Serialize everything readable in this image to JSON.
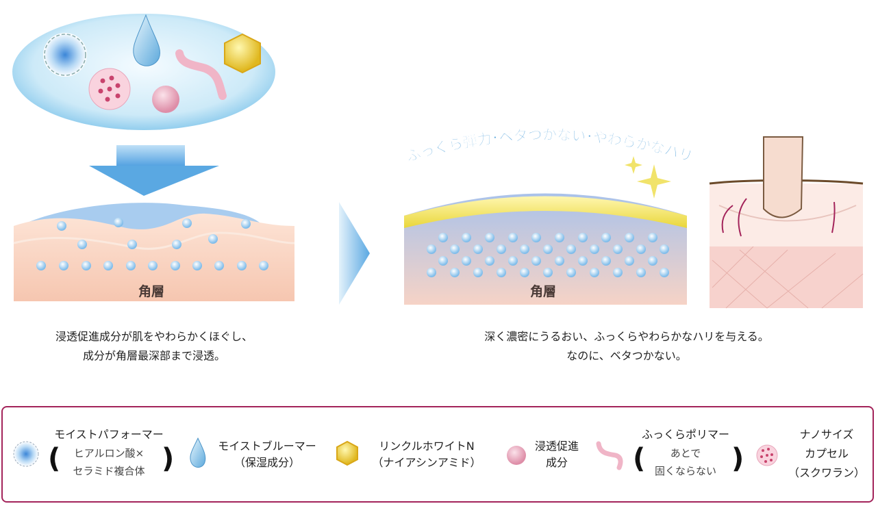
{
  "diagram": {
    "layer_label_left": "角層",
    "layer_label_right": "角層",
    "arc_text": "ふっくら弾力･ベタつかない･やわらかなハリ",
    "caption_left": [
      "浸透促進成分が肌をやわらかくほぐし、",
      "成分が角層最深部まで浸透。"
    ],
    "caption_right": [
      "深く濃密にうるおい、ふっくらやわらかなハリを与える。",
      "なのに、ベタつかない。"
    ]
  },
  "legend": {
    "items": [
      {
        "icon": "moist-performer-icon",
        "title": "モイストパフォーマー",
        "sub": [
          "ヒアルロン酸×",
          "セラミド複合体"
        ]
      },
      {
        "icon": "water-drop-icon",
        "title": "モイストブルーマー",
        "sub": [
          "（保湿成分）"
        ]
      },
      {
        "icon": "hexagon-icon",
        "title": "リンクルホワイトN",
        "sub": [
          "（ナイアシンアミド）"
        ]
      },
      {
        "icon": "pink-sphere-icon",
        "title": "浸透促進",
        "sub": [
          "成分"
        ]
      },
      {
        "icon": "polymer-icon",
        "title": "ふっくらポリマー",
        "sub": [
          "あとで",
          "固くならない"
        ]
      },
      {
        "icon": "nano-capsule-icon",
        "title": "ナノサイズ",
        "sub": [
          "カプセル",
          "（スクワラン）"
        ]
      }
    ]
  },
  "colors": {
    "border": "#a3235a",
    "arc_text": "#5aa6dc",
    "skin": "#f6cdb8",
    "drop_blue": "#9fd0f0"
  }
}
